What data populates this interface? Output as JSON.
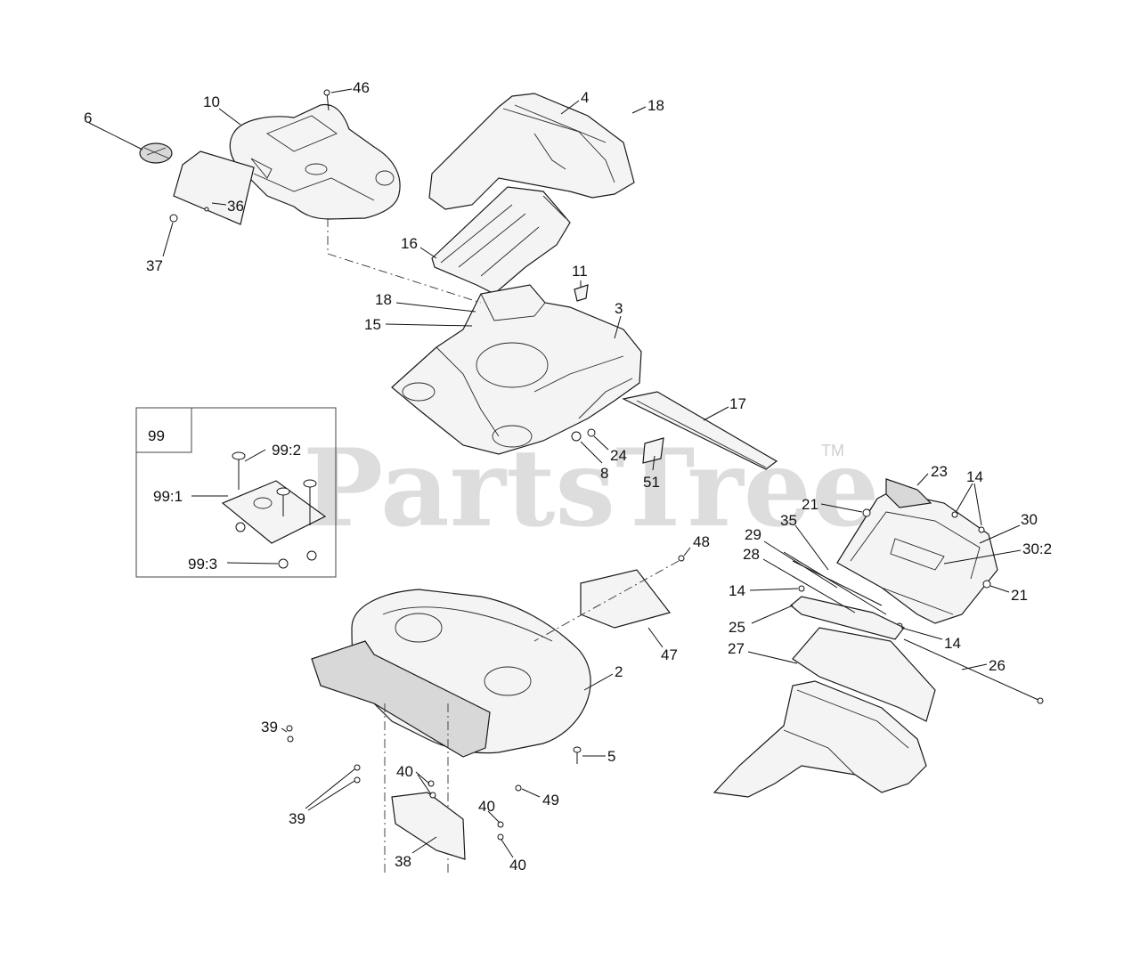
{
  "watermark": {
    "text": "PartsTree",
    "trademark": "TM"
  },
  "inset": {
    "label": "99"
  },
  "callouts": {
    "c2": "2",
    "c3": "3",
    "c4": "4",
    "c5": "5",
    "c6": "6",
    "c8": "8",
    "c10": "10",
    "c11": "11",
    "c14a": "14",
    "c14b": "14",
    "c14c": "14",
    "c15": "15",
    "c16": "16",
    "c17": "17",
    "c18a": "18",
    "c18b": "18",
    "c21a": "21",
    "c21b": "21",
    "c23": "23",
    "c24": "24",
    "c25": "25",
    "c26": "26",
    "c27": "27",
    "c28": "28",
    "c29": "29",
    "c30": "30",
    "c30_2": "30:2",
    "c35": "35",
    "c36": "36",
    "c37": "37",
    "c38": "38",
    "c39a": "39",
    "c39b": "39",
    "c40a": "40",
    "c40b": "40",
    "c40c": "40",
    "c46": "46",
    "c47": "47",
    "c48": "48",
    "c49": "49",
    "c51": "51",
    "c99_1": "99:1",
    "c99_2": "99:2",
    "c99_3": "99:3"
  }
}
